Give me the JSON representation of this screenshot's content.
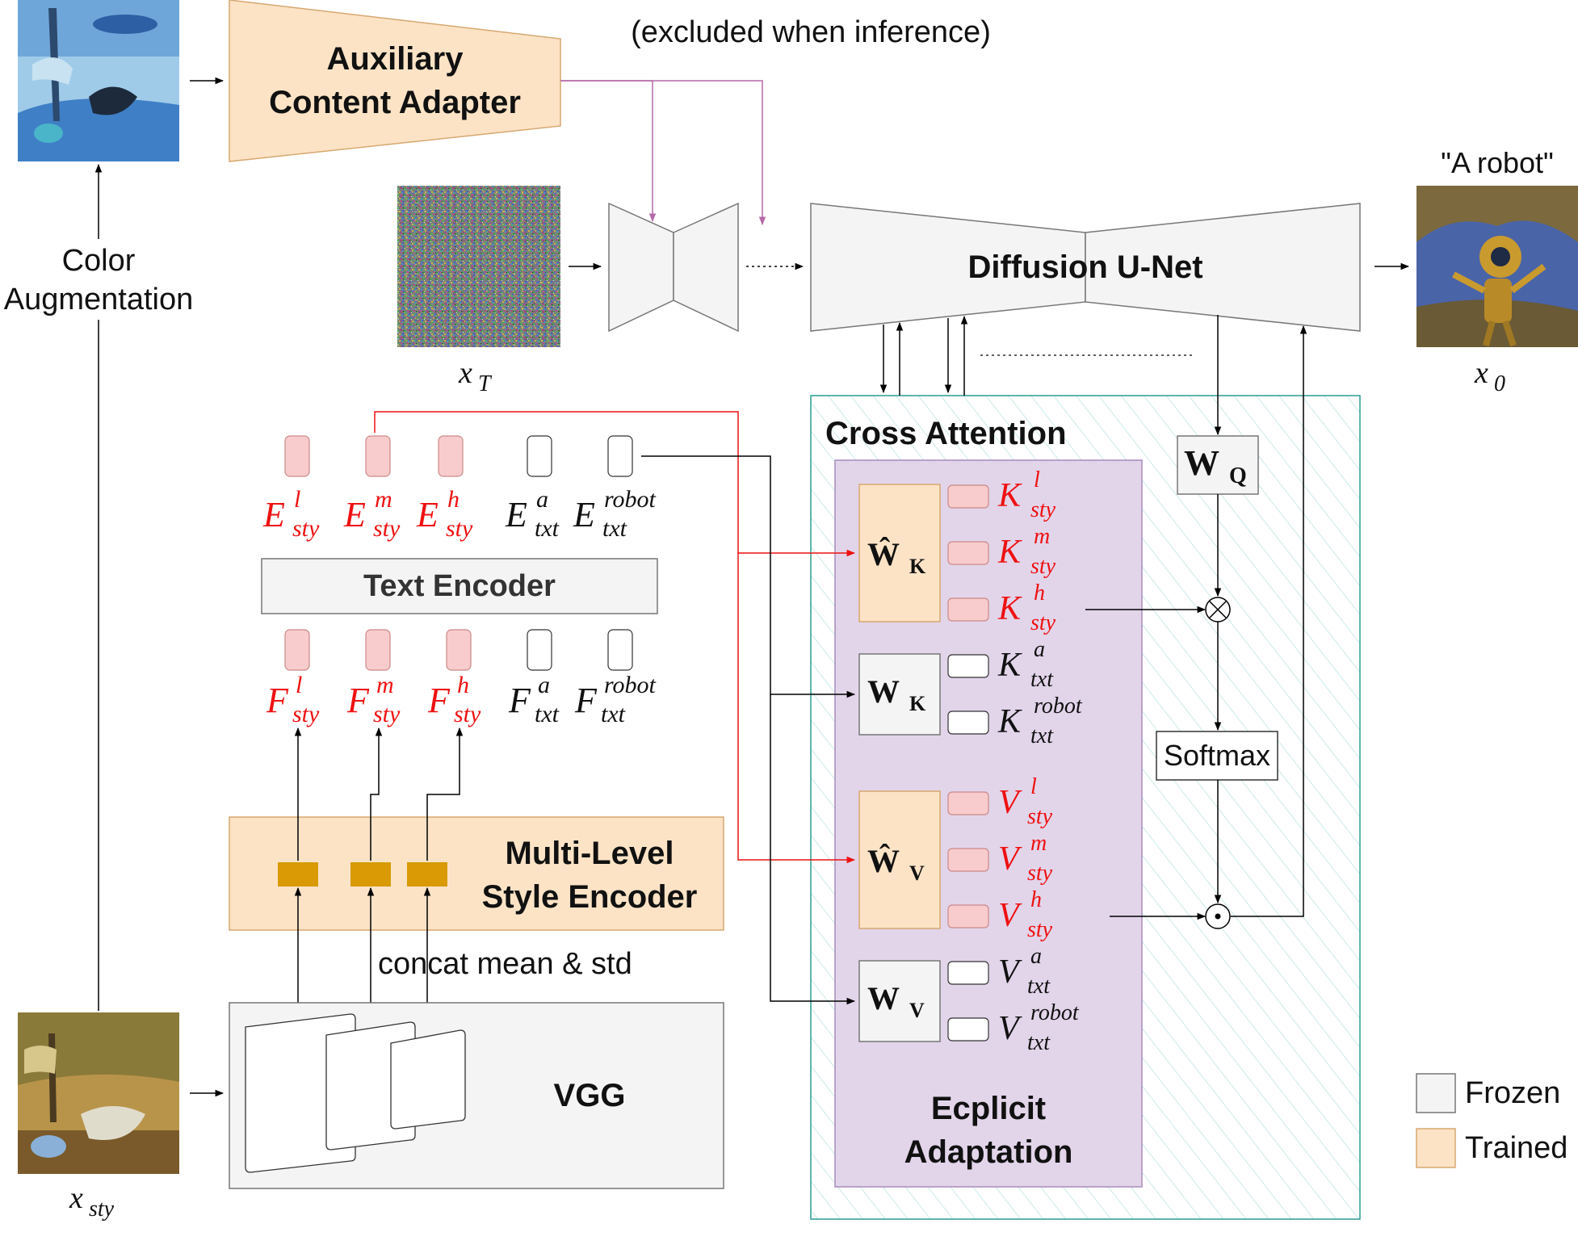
{
  "note_excluded": "(excluded when inference)",
  "aux_adapter": {
    "line1": "Auxiliary",
    "line2": "Content Adapter"
  },
  "color_aug": {
    "line1": "Color",
    "line2": "Augmentation"
  },
  "noise_label": "x",
  "noise_sub": "T",
  "unet_label": "Diffusion U-Net",
  "prompt": "\"A robot\"",
  "output_label": "x",
  "output_sub": "0",
  "style_img_label": "x",
  "style_img_sub": "sty",
  "cross_attention": "Cross Attention",
  "text_encoder": "Text Encoder",
  "ms_encoder": {
    "line1": "Multi-Level",
    "line2": "Style Encoder"
  },
  "concat_label": "concat mean & std",
  "vgg": "VGG",
  "explicit": {
    "line1": "Ecplicit",
    "line2": "Adaptation"
  },
  "softmax": "Softmax",
  "wq": {
    "main": "W",
    "sub": "Q"
  },
  "wk_hat": {
    "main": "Ŵ",
    "sub": "K"
  },
  "wk": {
    "main": "W",
    "sub": "K"
  },
  "wv_hat": {
    "main": "Ŵ",
    "sub": "V"
  },
  "wv": {
    "main": "W",
    "sub": "V"
  },
  "legend": {
    "frozen": "Frozen",
    "trained": "Trained"
  },
  "embeds": [
    {
      "base": "E",
      "sup": "l",
      "sub": "sty"
    },
    {
      "base": "E",
      "sup": "m",
      "sub": "sty"
    },
    {
      "base": "E",
      "sup": "h",
      "sub": "sty"
    },
    {
      "base": "E",
      "sup": "a",
      "sub": "txt"
    },
    {
      "base": "E",
      "sup": "robot",
      "sub": "txt"
    }
  ],
  "features": [
    {
      "base": "F",
      "sup": "l",
      "sub": "sty"
    },
    {
      "base": "F",
      "sup": "m",
      "sub": "sty"
    },
    {
      "base": "F",
      "sup": "h",
      "sub": "sty"
    },
    {
      "base": "F",
      "sup": "a",
      "sub": "txt"
    },
    {
      "base": "F",
      "sup": "robot",
      "sub": "txt"
    }
  ],
  "keys": [
    {
      "base": "K",
      "sup": "l",
      "sub": "sty"
    },
    {
      "base": "K",
      "sup": "m",
      "sub": "sty"
    },
    {
      "base": "K",
      "sup": "h",
      "sub": "sty"
    },
    {
      "base": "K",
      "sup": "a",
      "sub": "txt"
    },
    {
      "base": "K",
      "sup": "robot",
      "sub": "txt"
    }
  ],
  "values": [
    {
      "base": "V",
      "sup": "l",
      "sub": "sty"
    },
    {
      "base": "V",
      "sup": "m",
      "sub": "sty"
    },
    {
      "base": "V",
      "sup": "h",
      "sub": "sty"
    },
    {
      "base": "V",
      "sup": "a",
      "sub": "txt"
    },
    {
      "base": "V",
      "sup": "robot",
      "sub": "txt"
    }
  ],
  "colors": {
    "trained_fill": "#fce3c6",
    "trained_stroke": "#d6a870",
    "frozen_fill": "#f4f4f4",
    "frozen_stroke": "#777777",
    "red": "#ee1111",
    "token_fill": "#f8cccc",
    "purple": "#e2d5ea",
    "purple_stroke": "#a88cbc",
    "teal": "#2a9d92",
    "gold": "#d99a06",
    "magenta": "#b569a8"
  }
}
